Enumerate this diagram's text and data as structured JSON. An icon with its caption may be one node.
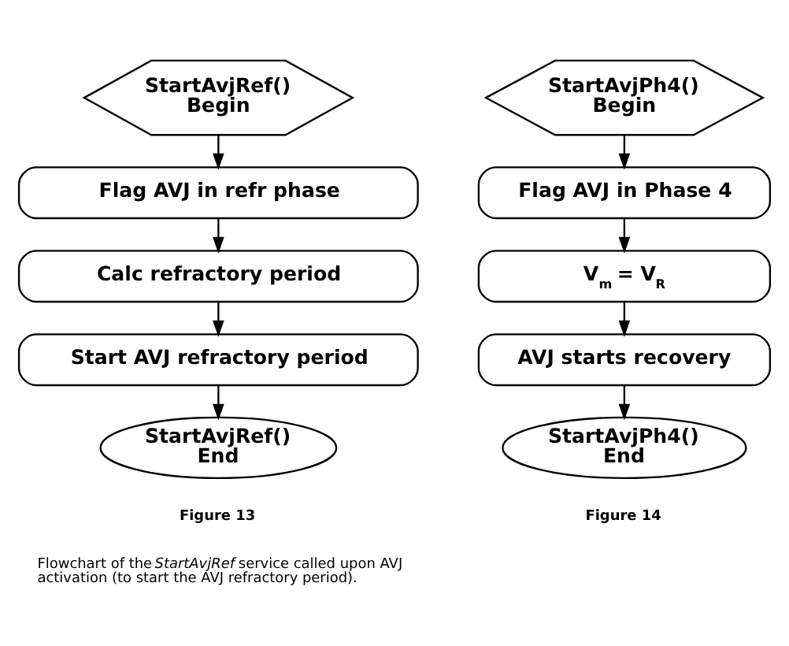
{
  "diagram": {
    "nodes": [
      {
        "text": [
          "StartAvjRef()",
          "Begin"
        ]
      },
      {
        "text": [
          "Flag AVJ in refr phase"
        ]
      },
      {
        "text": [
          "Calc refractory period"
        ]
      },
      {
        "text": [
          "Start AVJ refractory period"
        ]
      },
      {
        "text": [
          "StartAvjRef()",
          "End"
        ]
      },
      {
        "text": [
          "StartAvjPh4()",
          "Begin"
        ]
      },
      {
        "text": [
          "Flag AVJ in Phase 4"
        ]
      },
      {
        "text": [
          "V$_{m}$ = V$_{R}$"
        ]
      },
      {
        "text": [
          "AVJ starts recovery"
        ]
      },
      {
        "text": [
          "StartAvjPh4()",
          "End"
        ]
      }
    ],
    "edges": [
      {
        "from": 0,
        "to": 1,
        "arrow": "to"
      },
      {
        "from": 1,
        "to": 2,
        "arrow": "to"
      },
      {
        "from": 2,
        "to": 3,
        "arrow": "to"
      },
      {
        "from": 3,
        "to": 4,
        "arrow": "to"
      },
      {
        "from": 5,
        "to": 6,
        "arrow": "to"
      },
      {
        "from": 6,
        "to": 7,
        "arrow": "to"
      },
      {
        "from": 7,
        "to": 8,
        "arrow": "to"
      },
      {
        "from": 8,
        "to": 9,
        "arrow": "to"
      }
    ],
    "labels": [
      "Figure 13",
      "Flowchart of the *StartAvjRef* service called upon AVJ activation (to start the AVJ refractory period).",
      "Figure 14"
    ]
  }
}
